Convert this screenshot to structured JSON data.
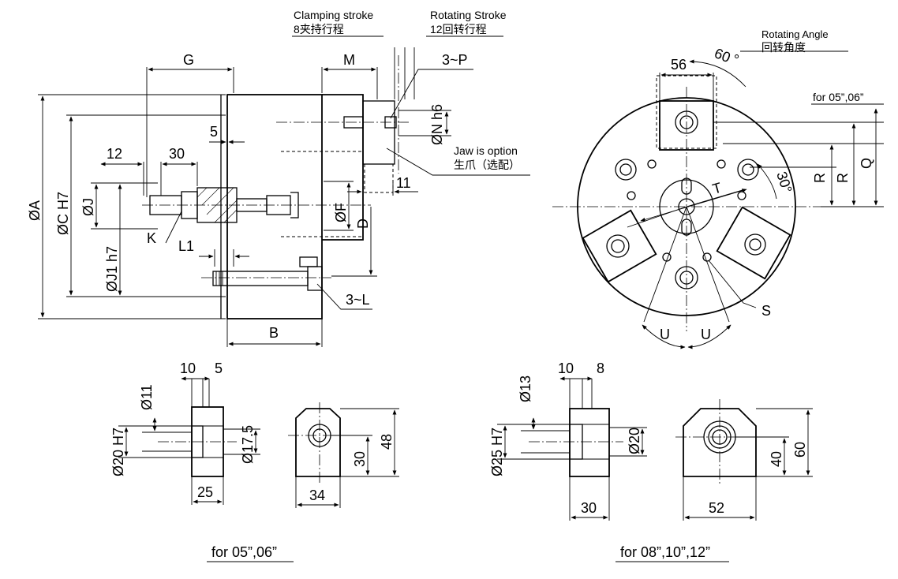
{
  "top_labels": {
    "clamping_en": "Clamping stroke",
    "clamping_cn": "8夹持行程",
    "rotating_en": "Rotating Stroke",
    "rotating_cn": "12回转行程",
    "rotating_angle_en": "Rotating Angle",
    "rotating_angle_cn": "回转角度",
    "jaw_en": "Jaw is option",
    "jaw_cn": "生爪（选配）"
  },
  "side_view": {
    "G": "G",
    "M": "M",
    "P": "3~P",
    "Nh6": "ØN h6",
    "five": "5",
    "twelve": "12",
    "thirty": "30",
    "J": "ØJ",
    "F": "ØF",
    "D": "D",
    "eleven": "11",
    "K": "K",
    "L1": "L1",
    "L": "3~L",
    "B": "B",
    "A": "ØA",
    "C": "ØC H7",
    "J1": "ØJ1 h7"
  },
  "front_view": {
    "d56": "56",
    "d60": "60",
    "deg": "°",
    "d30": "30°",
    "R1": "R",
    "R2": "R",
    "Q": "Q",
    "T": "T",
    "S": "S",
    "U1": "U",
    "U2": "U",
    "for_small": "for 05”,06”"
  },
  "jaw_small": {
    "d10": "10",
    "d5": "5",
    "d11": "Ø11",
    "d20H7": "Ø20 H7",
    "d17_5": "Ø17.5",
    "d25": "25",
    "d34": "34",
    "d30": "30",
    "d48": "48",
    "caption": "for 05”,06”"
  },
  "jaw_large": {
    "d10": "10",
    "d8": "8",
    "d13": "Ø13",
    "d25H7": "Ø25 H7",
    "d20": "Ø20",
    "d30": "30",
    "d52": "52",
    "d40": "40",
    "d60": "60",
    "caption": "for 08”,10”,12”"
  }
}
